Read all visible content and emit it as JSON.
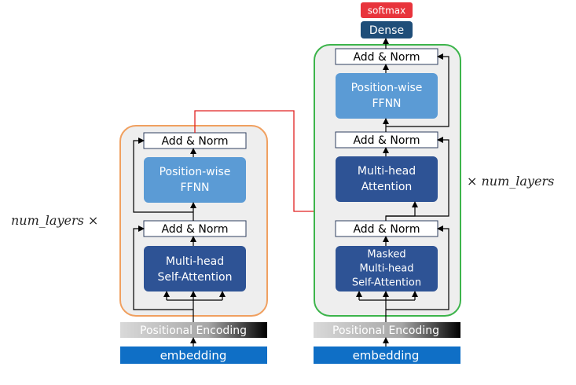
{
  "encoder": {
    "add_norm_top": "Add & Norm",
    "ffnn_line1": "Position-wise",
    "ffnn_line2": "FFNN",
    "add_norm_bottom": "Add & Norm",
    "attn_line1": "Multi-head",
    "attn_line2": "Self-Attention",
    "positional_encoding": "Positional Encoding",
    "embedding": "embedding",
    "repeat_label": "num_layers ×"
  },
  "decoder": {
    "softmax": "softmax",
    "dense": "Dense",
    "add_norm_top": "Add & Norm",
    "ffnn_line1": "Position-wise",
    "ffnn_line2": "FFNN",
    "add_norm_mid": "Add & Norm",
    "attn_line1": "Multi-head",
    "attn_line2": "Attention",
    "add_norm_bottom": "Add & Norm",
    "masked_line1": "Masked",
    "masked_line2": "Multi-head",
    "masked_line3": "Self-Attention",
    "positional_encoding": "Positional Encoding",
    "embedding": "embedding",
    "repeat_label": "× num_layers"
  },
  "colors": {
    "encoder_border": "#f0a060",
    "decoder_border": "#3cb44b",
    "block_fill": "#eeeeee",
    "dark_blue": "#2e5395",
    "light_blue": "#5b9bd5",
    "embedding_blue": "#0f6fc6",
    "softmax_red": "#e8343c",
    "dense_navy": "#1f4e79",
    "cross_line_red": "#e02020"
  }
}
